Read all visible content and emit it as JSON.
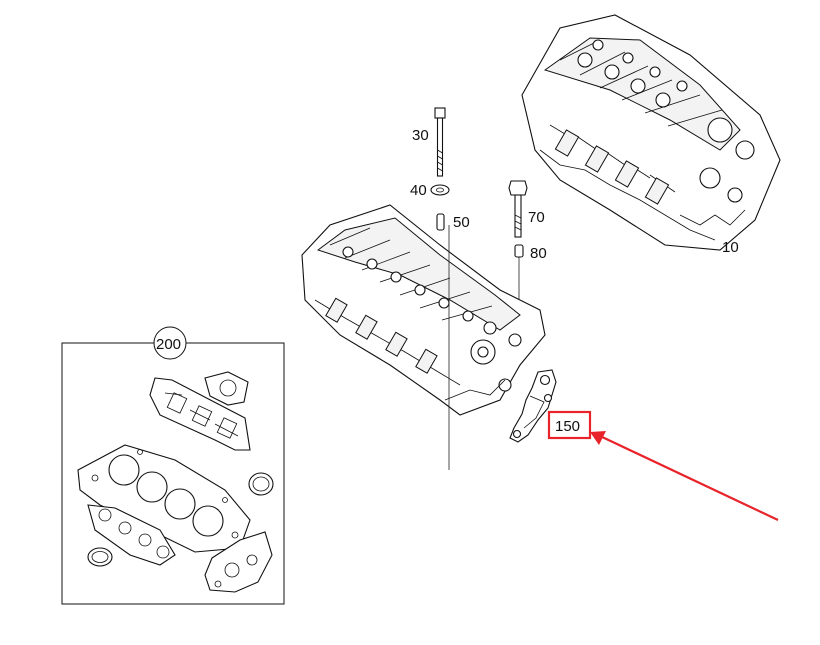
{
  "callouts": {
    "c10": "10",
    "c30": "30",
    "c40": "40",
    "c50": "50",
    "c70": "70",
    "c80": "80",
    "c150": "150",
    "c200": "200"
  },
  "colors": {
    "highlight": "#e8232a",
    "arrow": "#e8232a",
    "line": "#111111"
  }
}
